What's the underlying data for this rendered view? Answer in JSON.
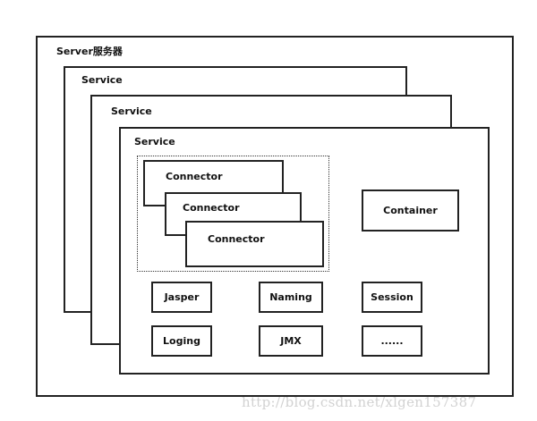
{
  "server": {
    "label": "Server服务器"
  },
  "services": [
    {
      "label": "Service"
    },
    {
      "label": "Service"
    },
    {
      "label": "Service"
    }
  ],
  "connectors": [
    {
      "label": "Connector"
    },
    {
      "label": "Connector"
    },
    {
      "label": "Connector"
    }
  ],
  "container": {
    "label": "Container"
  },
  "components": [
    {
      "label": "Jasper"
    },
    {
      "label": "Naming"
    },
    {
      "label": "Session"
    },
    {
      "label": "Loging"
    },
    {
      "label": "JMX"
    },
    {
      "label": "......"
    }
  ],
  "watermark": {
    "text": "http://blog.csdn.net/xlgen157387"
  }
}
